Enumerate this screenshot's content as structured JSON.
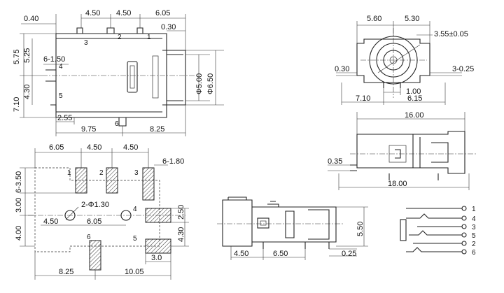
{
  "side_view": {
    "dims_top": [
      "0.40",
      "4.50",
      "4.50",
      "6.05",
      "0.30"
    ],
    "dims_left": [
      "5.75",
      "5.25",
      "6-1.50",
      "4.30",
      "7.10"
    ],
    "dims_bottom": [
      "2.55",
      "9.75",
      "8.25"
    ],
    "dims_right": [
      "Φ5.00",
      "Φ6.50"
    ],
    "pins": [
      "1",
      "2",
      "3",
      "4",
      "5",
      "6"
    ]
  },
  "front_view": {
    "dims_top": [
      "5.60",
      "5.30",
      "3.55±0.05"
    ],
    "dims_sides": [
      "0.30",
      "3-0.25"
    ],
    "dims_bottom": [
      "7.10",
      "1.00",
      "6.15"
    ]
  },
  "bottom_view": {
    "dims_top": [
      "16.00"
    ],
    "dims_left": [
      "0.35"
    ],
    "dims_bottom": [
      "18.00"
    ]
  },
  "pcb_layout": {
    "dims_top": [
      "6.05",
      "4.50",
      "4.50",
      "6-1.80"
    ],
    "dims_left": [
      "6-3.50",
      "3.00",
      "4.00"
    ],
    "hole_label": "2-Φ1.30",
    "dims_inner": [
      "4.50",
      "6.05"
    ],
    "dims_right": [
      "2.50",
      "4.30"
    ],
    "dims_bottom": [
      "8.25",
      "10.05",
      "3.0"
    ],
    "pad_numbers": [
      "1",
      "2",
      "3",
      "4",
      "5",
      "6"
    ]
  },
  "rear_view": {
    "dims_bottom": [
      "4.50",
      "6.50",
      "0.25"
    ],
    "dims_right": [
      "5.50"
    ]
  },
  "schematic": {
    "pins": [
      "1",
      "4",
      "3",
      "5",
      "2",
      "6"
    ]
  }
}
